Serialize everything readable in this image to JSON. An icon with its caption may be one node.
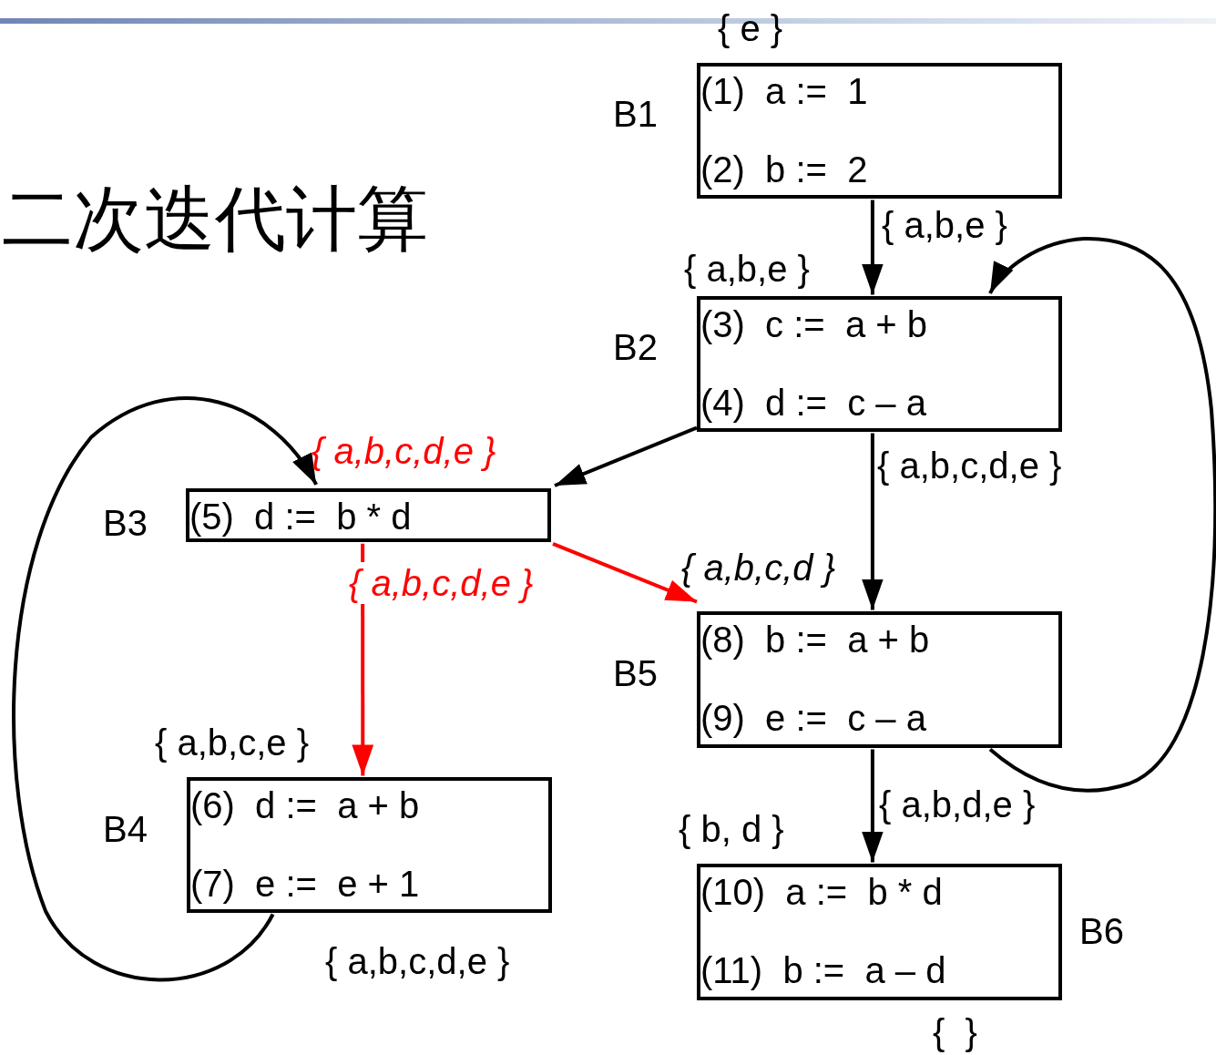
{
  "diagram": {
    "title": "二次迭代计算",
    "nodes": [
      {
        "text": [
          "(1)  a :=  1",
          "(2)  b :=  2"
        ],
        "beside": [
          "B1",
          "{ e }"
        ]
      },
      {
        "text": [
          "(3)  c :=  a + b",
          "(4)  d :=  c – a"
        ],
        "beside": [
          "B2",
          "{ a,b,e }"
        ]
      },
      {
        "text": [
          "(5)  d :=  b * d"
        ],
        "beside": [
          "B3",
          "{ a,b,c,d,e }"
        ]
      },
      {
        "text": [
          "(6)  d :=  a + b",
          "(7)  e :=  e + 1"
        ],
        "beside": [
          "B4",
          "{ a,b,c,e }",
          "{ a,b,c,d,e }"
        ]
      },
      {
        "text": [
          "(8)  b :=  a + b",
          "(9)  e :=  c – a"
        ],
        "beside": [
          "B5",
          "{ a,b,c,d }"
        ]
      },
      {
        "text": [
          "(10)  a :=  b * d",
          "(11)  b :=  a – d"
        ],
        "beside": [
          "B6",
          "{ b, d }",
          "{  }"
        ]
      }
    ],
    "edges": [
      {
        "from": 0,
        "to": 1,
        "arrow": "to",
        "label": "{ a,b,e }"
      },
      {
        "from": 1,
        "to": 2,
        "arrow": "to"
      },
      {
        "from": 1,
        "to": 4,
        "arrow": "to",
        "label": "{ a,b,c,d,e }"
      },
      {
        "from": 2,
        "to": 3,
        "arrow": "to",
        "label": "{ a,b,c,d,e }",
        "color": "#ff0000"
      },
      {
        "from": 2,
        "to": 4,
        "arrow": "to",
        "color": "#ff0000"
      },
      {
        "from": 3,
        "to": 2,
        "arrow": "to"
      },
      {
        "from": 4,
        "to": 1,
        "arrow": "to"
      },
      {
        "from": 4,
        "to": 5,
        "arrow": "to",
        "label": "{ a,b,d,e }"
      }
    ]
  }
}
